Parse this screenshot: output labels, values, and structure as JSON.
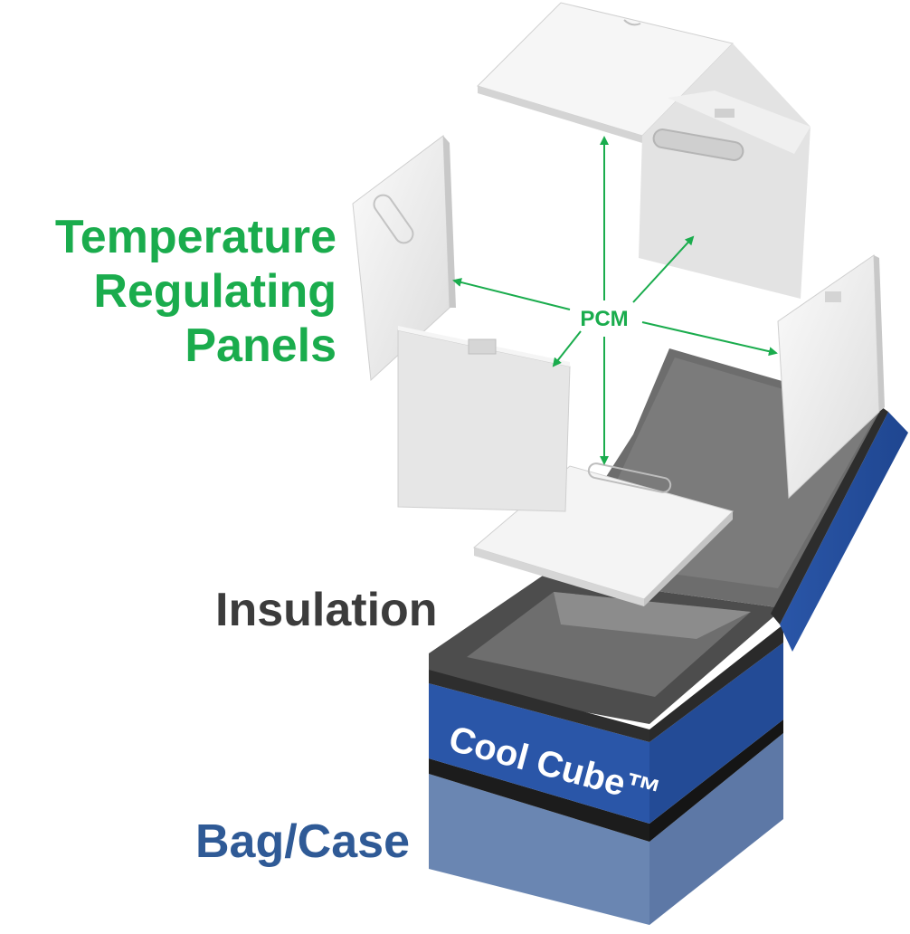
{
  "labels": {
    "temperature_line1": "Temperature",
    "temperature_line2": "Regulating",
    "temperature_line3": "Panels",
    "insulation": "Insulation",
    "bag_case": "Bag/Case",
    "pcm": "PCM",
    "brand": "Cool Cube™"
  },
  "colors": {
    "green": "#1aac4d",
    "insulation_text": "#3c3c3c",
    "bag_text": "#2f5a96",
    "bag_blue": "#2a56a8",
    "bag_bottom": "#6a86b2",
    "insulation_gray": "#5a5a5a",
    "panel_white": "#f2f2f2"
  }
}
